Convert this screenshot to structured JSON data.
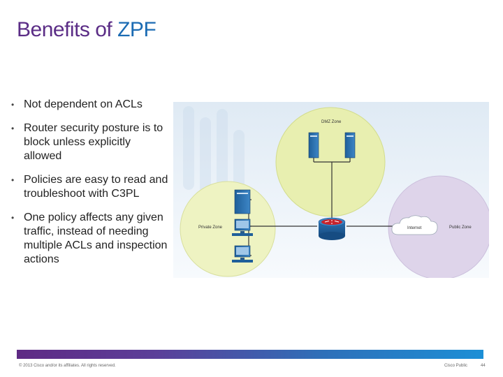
{
  "title": {
    "part1": "Benefits of",
    "part2": "ZPF"
  },
  "bullets": [
    "Not dependent on ACLs",
    "Router security posture is to block unless explicitly allowed",
    "Policies are easy to read and troubleshoot with C3PL",
    "One policy affects any given traffic, instead of needing multiple ACLs and inspection actions"
  ],
  "bullet_glyph": "•",
  "diagram": {
    "dmz_label": "DMZ Zone",
    "private_label": "Private Zone",
    "public_label": "Public Zone",
    "internet_label": "Internet"
  },
  "footer": {
    "copyright": "© 2013 Cisco and/or its affiliates. All rights reserved.",
    "classification": "Cisco Public",
    "page_number": "44"
  },
  "colors": {
    "title_purple": "#5b2d86",
    "title_blue": "#1b6bb3",
    "dmz_zone": "#e8efb0",
    "private_zone": "#eef3c2",
    "public_zone": "#ded4ea"
  }
}
